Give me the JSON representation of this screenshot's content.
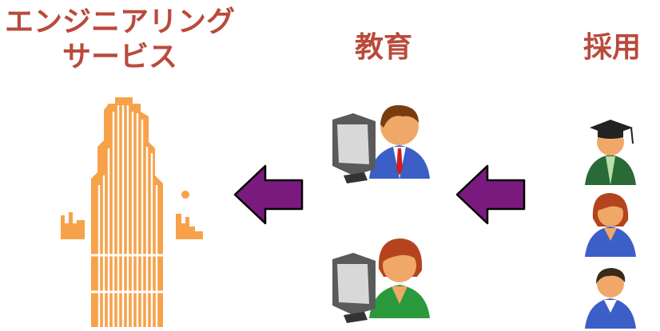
{
  "headings": {
    "engineering_line1": "エンジニアリング",
    "engineering_line2": "サービス",
    "education": "教育",
    "recruitment": "採用"
  },
  "colors": {
    "heading": "#b94a3c",
    "building": "#f7a24b",
    "arrow_fill": "#7a1a7e",
    "arrow_outline": "#000000"
  },
  "icons": {
    "building": "office-tower-icon",
    "arrow": "left-arrow-icon",
    "workstation": "person-at-computer-icon",
    "recruits": [
      "graduate-person-icon",
      "female-person-icon",
      "male-person-icon"
    ]
  }
}
